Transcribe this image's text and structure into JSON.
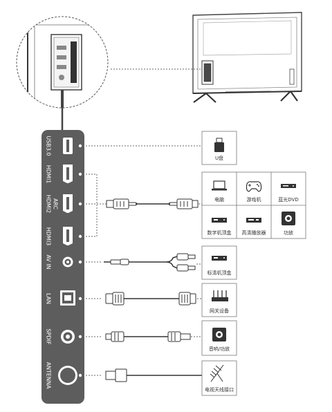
{
  "ports": [
    {
      "id": "usb",
      "label": "USB3.0"
    },
    {
      "id": "hdmi1",
      "label": "HDMI1"
    },
    {
      "id": "hdmi2",
      "label": "HDMI2"
    },
    {
      "id": "hdmi2b",
      "label": "ARC"
    },
    {
      "id": "hdmi3",
      "label": "HDMI3"
    },
    {
      "id": "av",
      "label": "AV IN"
    },
    {
      "id": "lan",
      "label": "LAN"
    },
    {
      "id": "spdif",
      "label": "SPDIF"
    },
    {
      "id": "antenna",
      "label": "ANTENNA"
    }
  ],
  "devices": {
    "udisk": "U盘",
    "computer": "电脑",
    "gamepad": "游戏机",
    "bluray": "蓝光DVD",
    "stb_digital": "数字机顶盒",
    "hd_player": "高清播放器",
    "amplifier": "功放",
    "stb_sd": "标清机顶盒",
    "gateway": "网关设备",
    "audio_amp": "音响/功放",
    "tv_antenna": "电视天线接口"
  },
  "colors": {
    "panel": "#5d5d5d",
    "line": "#555555",
    "box_border": "#777777",
    "dotted": "#666666"
  }
}
